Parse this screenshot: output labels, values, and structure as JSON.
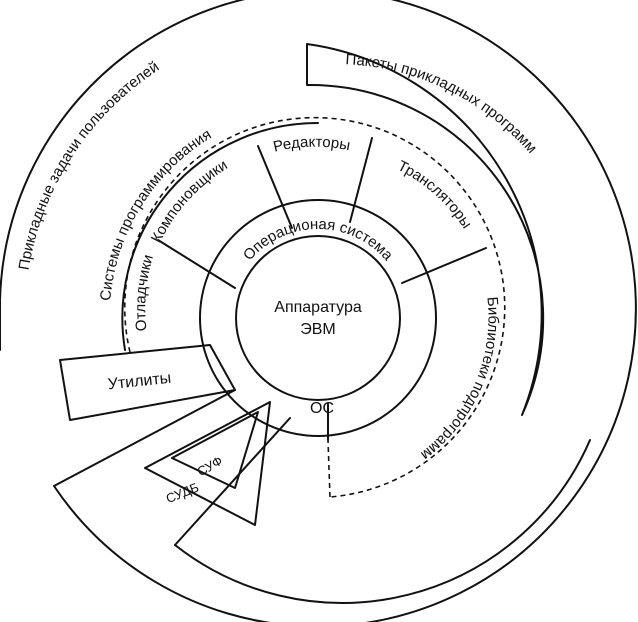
{
  "core": {
    "line1": "Аппаратура",
    "line2": "ЭВМ"
  },
  "os_ring": {
    "label": "Операционая система",
    "short": "ОС"
  },
  "sectors": {
    "editors": "Редакторы",
    "translators": "Трансляторы",
    "linkers": "Компоновщики",
    "debuggers": "Отладчики",
    "libraries": "Библиотеки подпрограмм",
    "prog_systems": "Системы программирования",
    "packages": "Пакеты прикладных программ",
    "user_tasks": "Прикладные задачи пользователей",
    "utilities": "Утилиты",
    "fms": "СУФ",
    "dbms": "СУДБ"
  }
}
